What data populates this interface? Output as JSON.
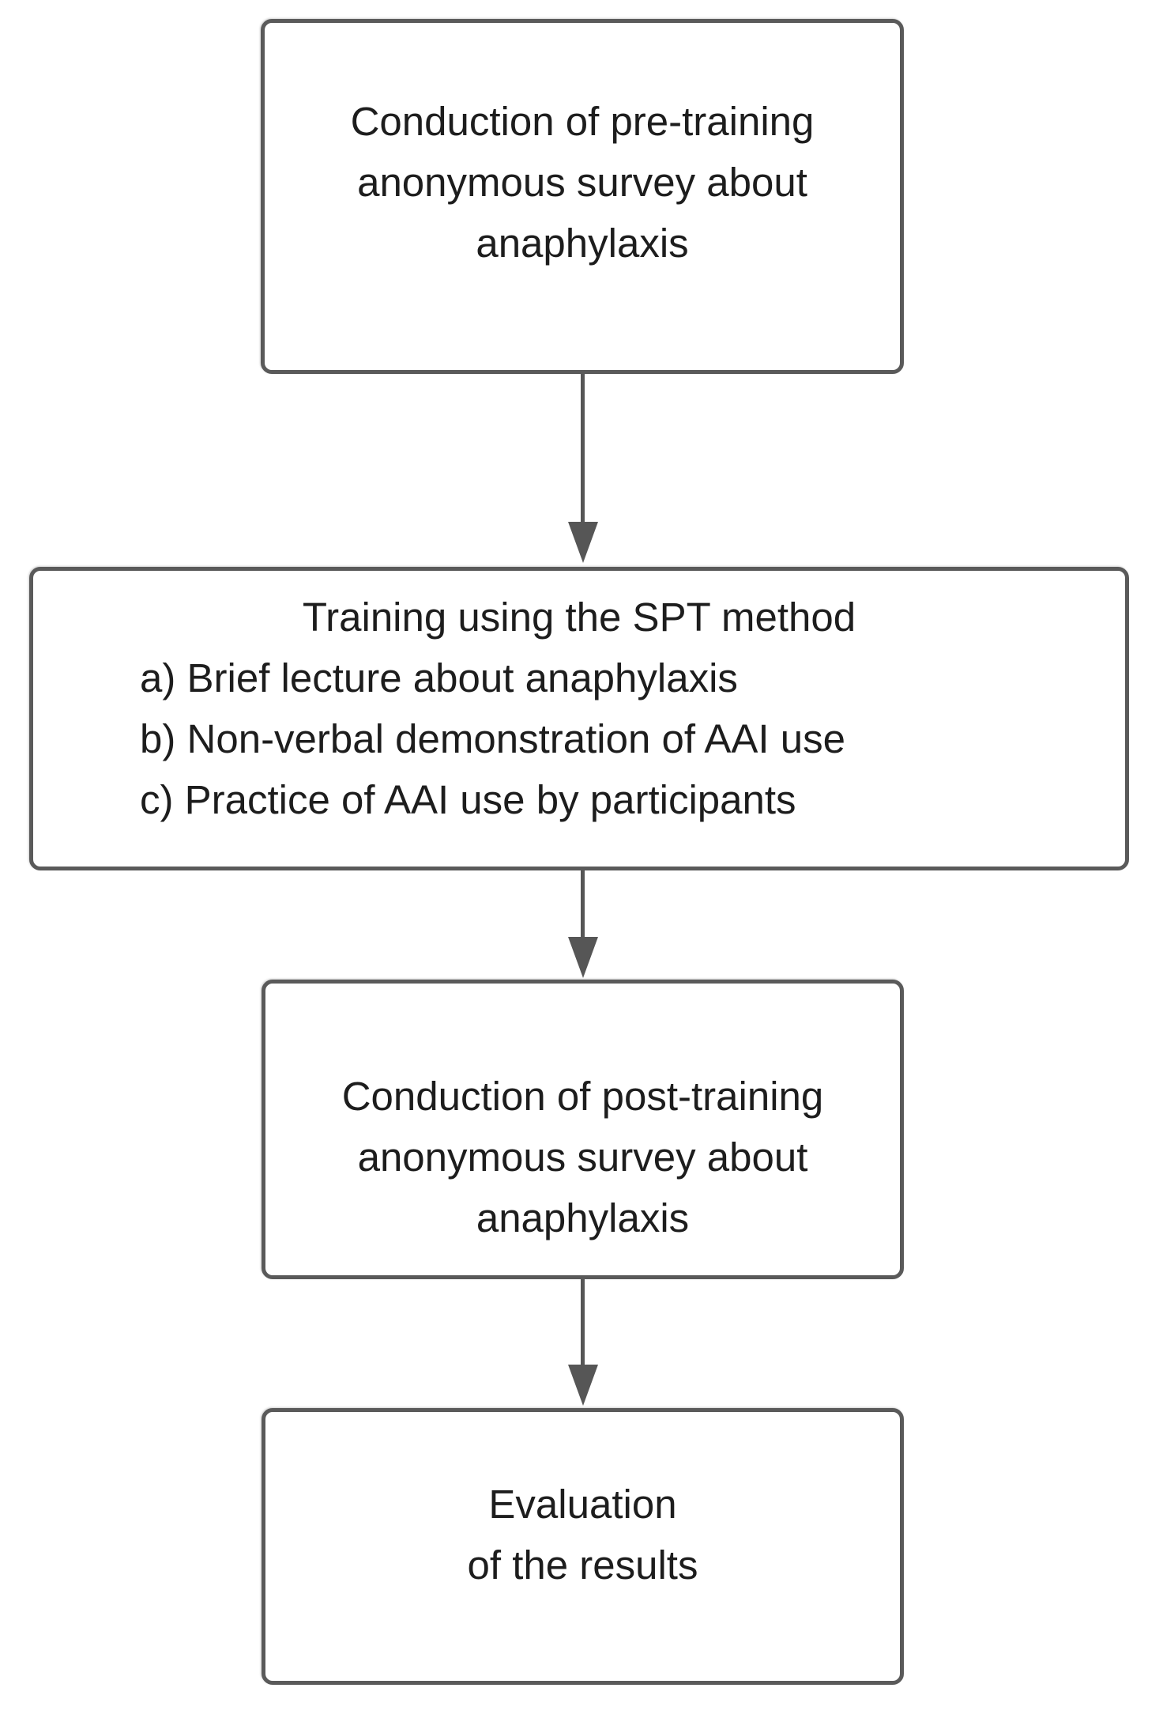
{
  "diagram": {
    "type": "flowchart",
    "background_color": "#ffffff",
    "border_color": "#5a5a5a",
    "arrow_color": "#565656",
    "text_color": "#1d1d1d",
    "nodes": [
      {
        "id": "pre-survey",
        "lines": [
          "Conduction of pre-training",
          "anonymous survey about",
          "anaphylaxis"
        ]
      },
      {
        "id": "training",
        "title": "Training using the SPT method",
        "items": [
          "a) Brief lecture about anaphylaxis",
          "b) Non-verbal demonstration of AAI use",
          "c) Practice of AAI use by participants"
        ]
      },
      {
        "id": "post-survey",
        "lines": [
          "Conduction of post-training",
          "anonymous survey about",
          "anaphylaxis"
        ]
      },
      {
        "id": "evaluation",
        "lines": [
          "Evaluation",
          "of the results"
        ]
      }
    ],
    "connectors": [
      {
        "from": "pre-survey",
        "to": "training",
        "direction": "down"
      },
      {
        "from": "training",
        "to": "post-survey",
        "direction": "down"
      },
      {
        "from": "post-survey",
        "to": "evaluation",
        "direction": "down"
      }
    ]
  }
}
